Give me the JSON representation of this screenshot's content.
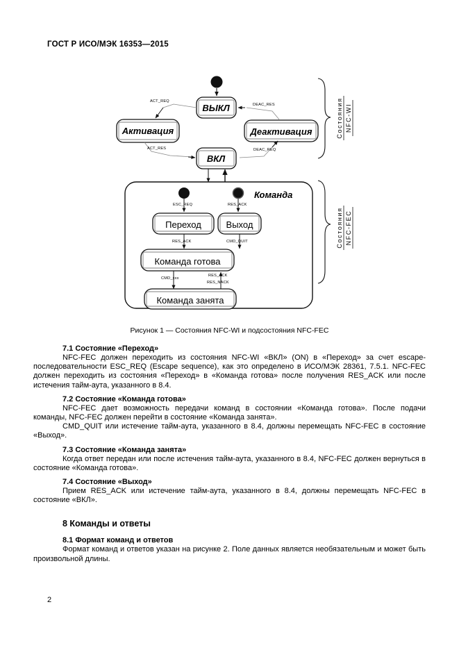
{
  "document": {
    "header": "ГОСТ Р ИСО/МЭК 16353—2015",
    "page_number": "2"
  },
  "figure": {
    "caption": "Рисунок 1 — Состояния NFC-WI и подсостояния NFC-FEC",
    "states_upper": [
      {
        "id": "off",
        "label": "ВЫКЛ"
      },
      {
        "id": "activation",
        "label": "Активация"
      },
      {
        "id": "deactivation",
        "label": "Деактивация"
      },
      {
        "id": "on",
        "label": "ВКЛ"
      }
    ],
    "states_lower": [
      {
        "id": "transition",
        "label": "Переход"
      },
      {
        "id": "exit",
        "label": "Выход"
      },
      {
        "id": "command-ready",
        "label": "Команда готова"
      },
      {
        "id": "command-busy",
        "label": "Команда занята"
      }
    ],
    "container_label": "Команда",
    "signals": {
      "act_req": "ACT_REQ",
      "act_res": "ACT_RES",
      "deac_req": "DEAC_REQ",
      "deac_res": "DEAC_RES",
      "esc_req": "ESC_REQ",
      "res_ack": "RES_ACK",
      "res_ack2": "RES_ACK",
      "cmd_quit": "CMD_QUIT",
      "cmd_xxx": "CMD_xxx",
      "res_ack3": "RES_ACK",
      "res_nack": "RES_NACK"
    },
    "braces": {
      "upper_line1": "Состояния",
      "upper_line2": "NFC-WI",
      "lower_line1": "Состояния",
      "lower_line2": "NFC-FEC"
    }
  },
  "sections": [
    {
      "id": "7-1",
      "heading": "7.1 Состояние «Переход»",
      "paragraphs": [
        "NFC-FEC должен переходить из состояния NFC-WI «ВКЛ» (ON) в «Переход» за счет escape-последовательности ESC_REQ (Escape sequence), как это определено в ИСО/МЭК 28361, 7.5.1. NFC-FEC должен переходить из состояния «Переход» в «Команда готова» после получения RES_ACK или после истечения тайм-аута, указанного в 8.4."
      ]
    },
    {
      "id": "7-2",
      "heading": "7.2 Состояние «Команда готова»",
      "paragraphs": [
        "NFC-FEC дает возможность передачи команд в состоянии «Команда готова». После подачи команды, NFC-FEC должен перейти в состояние «Команда занята».",
        "CMD_QUIT или истечение тайм-аута, указанного в 8.4, должны перемещать NFC-FEC в состояние «Выход»."
      ]
    },
    {
      "id": "7-3",
      "heading": "7.3 Состояние «Команда занята»",
      "paragraphs": [
        "Когда ответ передан или после истечения тайм-аута, указанного в 8.4, NFC-FEC должен вернуться в состояние «Команда готова»."
      ]
    },
    {
      "id": "7-4",
      "heading": "7.4 Состояние «Выход»",
      "paragraphs": [
        "Прием RES_ACK или истечение тайм-аута, указанного в 8.4, должны перемещать NFC-FEC в состояние «ВКЛ»."
      ]
    }
  ],
  "chapter8": {
    "heading": "8 Команды и ответы",
    "subsection": {
      "heading": "8.1 Формат команд и ответов",
      "paragraph": "Формат команд и ответов указан на рисунке 2. Поле данных является необязательным и может быть произвольной длины."
    }
  }
}
